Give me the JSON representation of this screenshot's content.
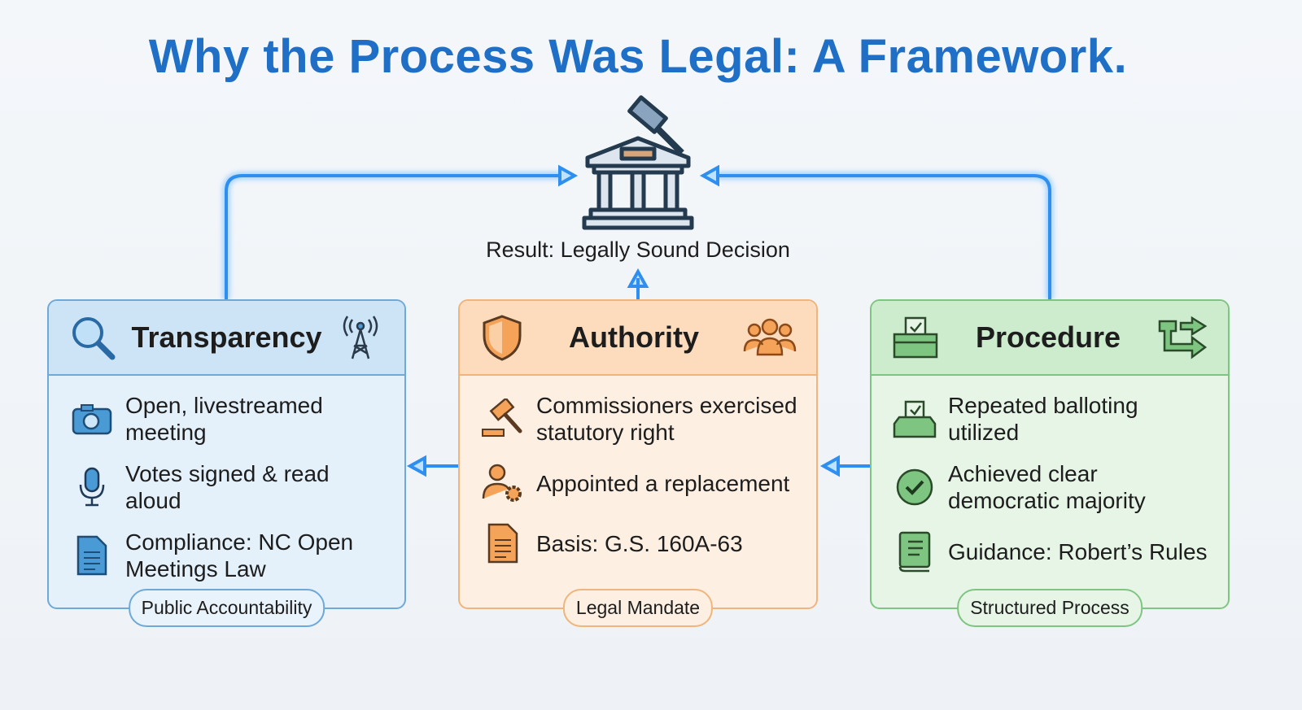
{
  "title": "Why the Process Was Legal: A Framework.",
  "result": {
    "label": "Result: Legally Sound Decision",
    "icon": "courthouse-gavel-icon"
  },
  "colors": {
    "title": "#1f6fc6",
    "arrow": "#3a9bf0",
    "transparency": "#6ea9d8",
    "authority": "#f0b47c",
    "procedure": "#7fc582"
  },
  "cards": [
    {
      "heading": "Transparency",
      "left_icon": "magnifier-icon",
      "right_icon": "broadcast-tower-icon",
      "items": [
        {
          "icon": "camera-icon",
          "text": "Open, livestreamed meeting"
        },
        {
          "icon": "microphone-icon",
          "text": "Votes signed & read aloud"
        },
        {
          "icon": "document-icon",
          "text": "Compliance: NC Open Meetings Law"
        }
      ],
      "footer": "Public Accountability"
    },
    {
      "heading": "Authority",
      "left_icon": "shield-icon",
      "right_icon": "group-icon",
      "items": [
        {
          "icon": "gavel-icon",
          "text": "Commissioners exercised statutory right"
        },
        {
          "icon": "user-gear-icon",
          "text": "Appointed a replacement"
        },
        {
          "icon": "document-icon",
          "text": "Basis: G.S. 160A-63"
        }
      ],
      "footer": "Legal Mandate"
    },
    {
      "heading": "Procedure",
      "left_icon": "ballot-box-icon",
      "right_icon": "shuffle-arrows-icon",
      "items": [
        {
          "icon": "ballot-box-icon",
          "text": "Repeated balloting utilized"
        },
        {
          "icon": "check-circle-icon",
          "text": "Achieved clear democratic majority"
        },
        {
          "icon": "book-icon",
          "text": "Guidance: Robert’s Rules"
        }
      ],
      "footer": "Structured Process"
    }
  ]
}
